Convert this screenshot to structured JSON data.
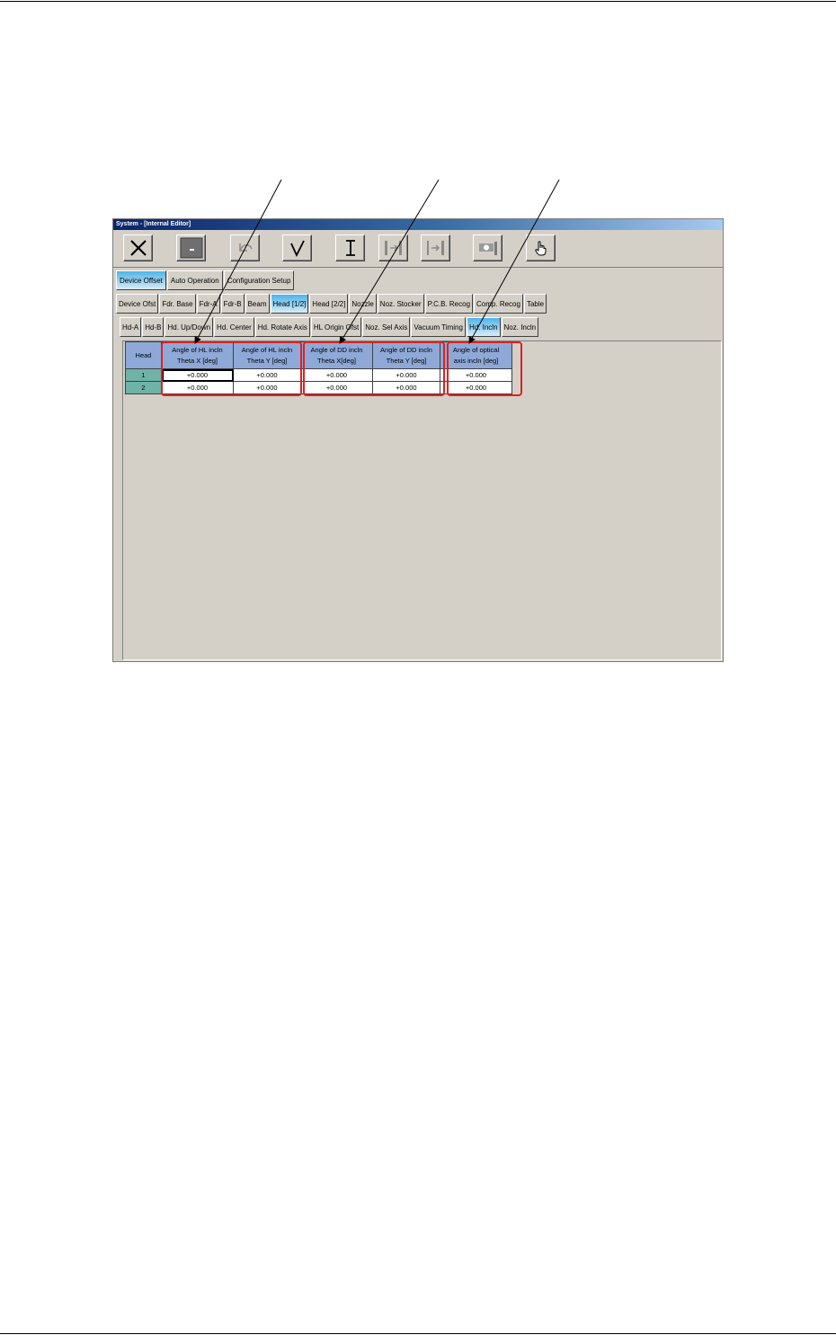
{
  "window": {
    "title": "System - [Internal Editor]"
  },
  "toolbar": {
    "buttons": [
      {
        "icon": "close-x-icon"
      },
      {
        "icon": "minus-box-icon"
      },
      {
        "icon": "undo-icon"
      },
      {
        "icon": "check-icon"
      },
      {
        "icon": "text-cursor-icon"
      },
      {
        "icon": "move-to-end-icon"
      },
      {
        "icon": "jump-to-end-icon"
      },
      {
        "icon": "sensor-icon"
      },
      {
        "icon": "hand-pointer-icon"
      }
    ]
  },
  "tabs_level1": [
    {
      "label": "Device Offset",
      "active": true
    },
    {
      "label": "Auto Operation",
      "active": false
    },
    {
      "label": "Configuration Setup",
      "active": false
    }
  ],
  "tabs_level2": [
    {
      "label": "Device Ofst",
      "active": false
    },
    {
      "label": "Fdr. Base",
      "active": false
    },
    {
      "label": "Fdr-A",
      "active": false
    },
    {
      "label": "Fdr-B",
      "active": false
    },
    {
      "label": "Beam",
      "active": false
    },
    {
      "label": "Head [1/2]",
      "active": true
    },
    {
      "label": "Head [2/2]",
      "active": false
    },
    {
      "label": "Nozzle",
      "active": false
    },
    {
      "label": "Noz. Stocker",
      "active": false
    },
    {
      "label": "P.C.B. Recog",
      "active": false
    },
    {
      "label": "Comp. Recog",
      "active": false
    },
    {
      "label": "Table",
      "active": false
    }
  ],
  "tabs_level3": [
    {
      "label": "Hd-A",
      "active": false
    },
    {
      "label": "Hd-B",
      "active": false
    },
    {
      "label": "Hd. Up/Down",
      "active": false
    },
    {
      "label": "Hd. Center",
      "active": false
    },
    {
      "label": "Hd. Rotate Axis",
      "active": false
    },
    {
      "label": "HL Origin Ofst",
      "active": false
    },
    {
      "label": "Noz. Sel Axis",
      "active": false
    },
    {
      "label": "Vacuum Timing",
      "active": false
    },
    {
      "label": "Hd. Incln",
      "active": true
    },
    {
      "label": "Noz. Incln",
      "active": false
    }
  ],
  "grid": {
    "head_label": "Head",
    "columns": [
      {
        "line1": "Angle of HL incln",
        "line2": "Theta X [deg]"
      },
      {
        "line1": "Angle of HL incln",
        "line2": "Theta Y [deg]"
      },
      {
        "line1": "Angle of DD incln",
        "line2": "Theta X[deg]"
      },
      {
        "line1": "Angle of DD incln",
        "line2": "Theta Y [deg]"
      },
      {
        "line1": "Angle of optical",
        "line2": "axis incln [deg]"
      }
    ],
    "rows": [
      {
        "head": "1",
        "values": [
          "+0.000",
          "+0.000",
          "+0.000",
          "+0.000",
          "+0.000"
        ]
      },
      {
        "head": "2",
        "values": [
          "+0.000",
          "+0.000",
          "+0.000",
          "+0.000",
          "+0.000"
        ]
      }
    ]
  },
  "colors": {
    "highlight": "#e02020",
    "active_tab": "#4fb3e8",
    "column_header": "#8ea9d8",
    "row_header": "#6fb2a7"
  }
}
